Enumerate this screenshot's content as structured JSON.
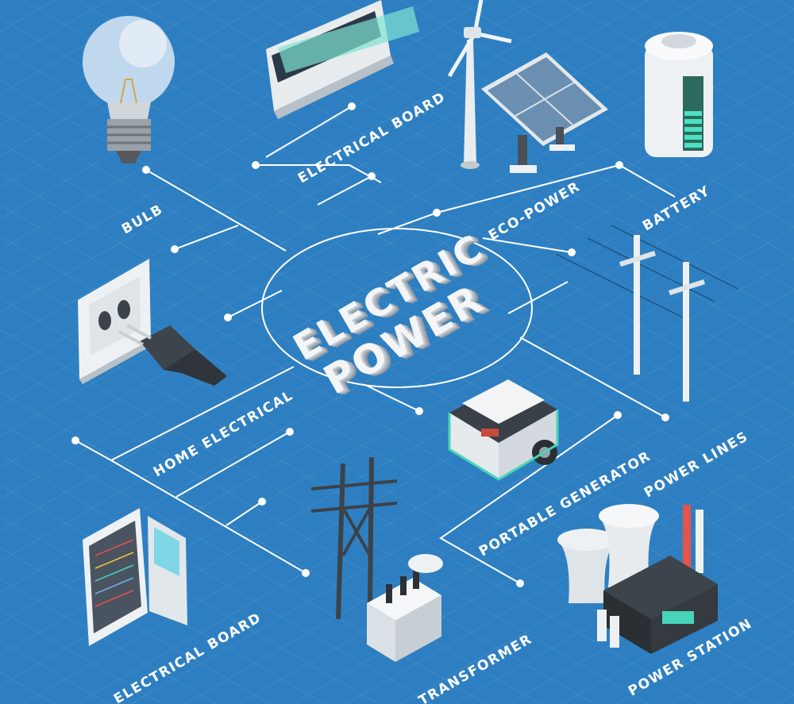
{
  "title": {
    "line1": "ELECTRIC",
    "line2": "POWER"
  },
  "labels": {
    "bulb": "BULB",
    "electrical_board_top": "ELECTRICAL BOARD",
    "eco_power": "ECO-POWER",
    "battery": "BATTERY",
    "home_electrical": "HOME ELECTRICAL",
    "portable_generator": "PORTABLE GENERATOR",
    "power_lines": "POWER LINES",
    "electrical_board_bottom": "ELECTRICAL BOARD",
    "transformer": "TRANSFORMER",
    "power_station": "POWER STATION"
  },
  "colors": {
    "background": "#2e7fc1",
    "line": "#ffffff",
    "title": "#f3f5f7"
  },
  "icons": [
    "light-bulb-icon",
    "electrical-board-icon",
    "wind-turbine-icon",
    "solar-panel-icon",
    "battery-icon",
    "wall-socket-icon",
    "plug-icon",
    "power-line-poles-icon",
    "portable-generator-icon",
    "electrical-cabinet-icon",
    "transformer-icon",
    "power-station-icon"
  ]
}
